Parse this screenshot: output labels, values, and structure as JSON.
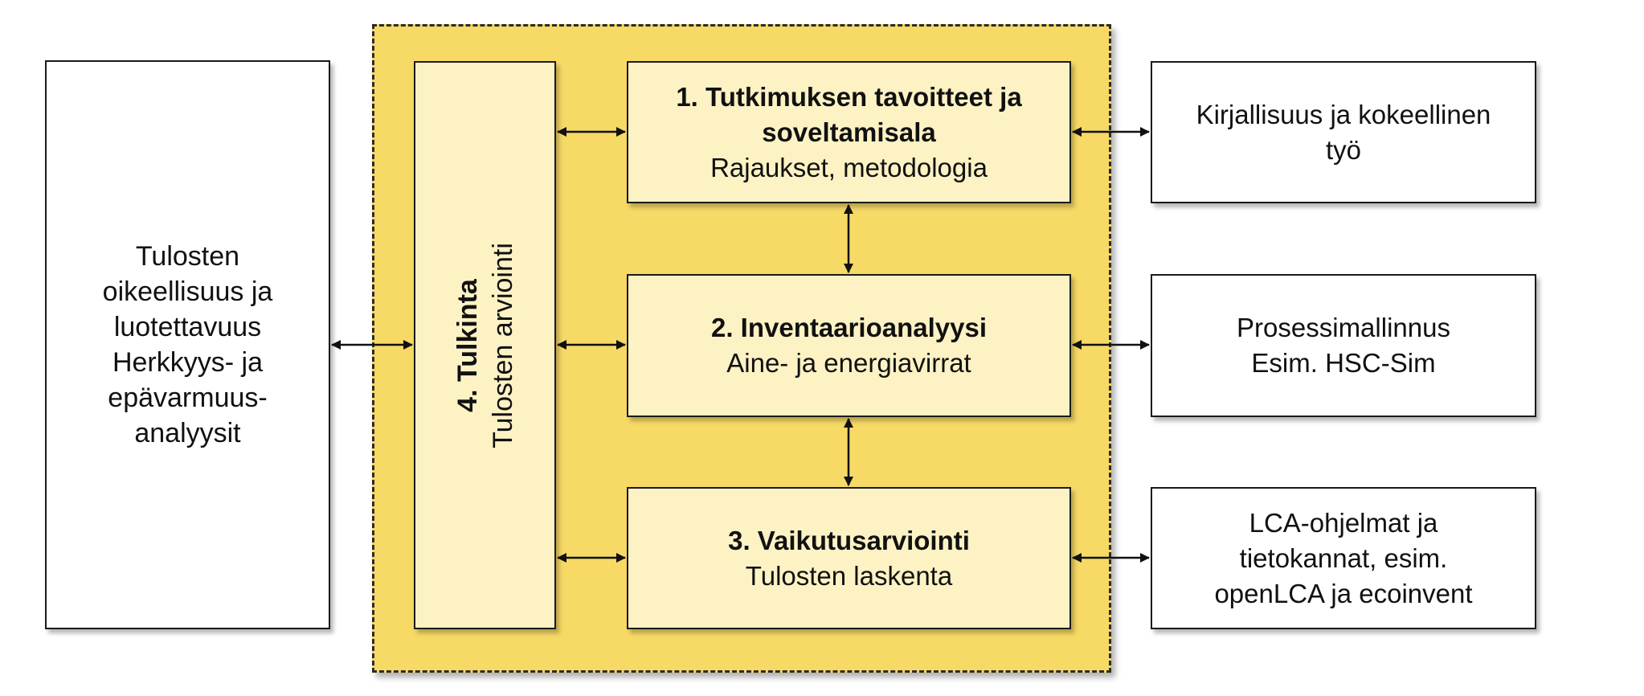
{
  "left_box": {
    "lines": [
      "Tulosten",
      "oikeellisuus ja",
      "luotettavuus",
      "Herkkyys- ja",
      "epävarmuus-",
      "analyysit"
    ]
  },
  "interpretation": {
    "title": "4. Tulkinta",
    "subtitle": "Tulosten arviointi"
  },
  "steps": [
    {
      "title_lines": [
        "1. Tutkimuksen tavoitteet ja",
        "soveltamisala"
      ],
      "subtitle": "Rajaukset, metodologia"
    },
    {
      "title_lines": [
        "2. Inventaarioanalyysi"
      ],
      "subtitle": "Aine- ja energiavirrat"
    },
    {
      "title_lines": [
        "3. Vaikutusarviointi"
      ],
      "subtitle": "Tulosten laskenta"
    }
  ],
  "right_boxes": [
    {
      "lines": [
        "Kirjallisuus ja kokeellinen",
        "työ"
      ]
    },
    {
      "lines": [
        "Prosessimallinnus",
        "Esim. HSC-Sim"
      ]
    },
    {
      "lines": [
        "LCA-ohjelmat ja",
        "tietokannat, esim.",
        "openLCA ja ecoinvent"
      ]
    }
  ],
  "colors": {
    "frame_fill": "#f7d965",
    "step_fill": "#fdf2c4",
    "border": "#1a1a1a"
  }
}
